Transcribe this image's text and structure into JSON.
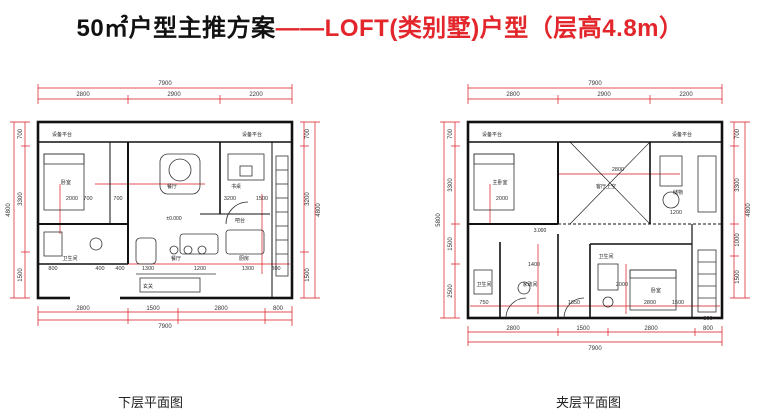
{
  "title": {
    "prefix": "50㎡户型主推方案",
    "dash": "——",
    "highlight": "LOFT(类别墅)户型（层高4.8m）"
  },
  "colors": {
    "title_accent": "#e3262b",
    "dimension": "#d8141c",
    "wall": "#111111"
  },
  "plans": [
    {
      "caption": "下层平面图",
      "top_total": "7900",
      "top_segments": [
        "2800",
        "2900",
        "2200"
      ],
      "bottom_segments": [
        "2800",
        "1500",
        "2800",
        "800"
      ],
      "bottom_total": "7900",
      "left_outer": "4800",
      "left_segments": [
        "700",
        "3300",
        "1500"
      ],
      "right_outer": "4800",
      "right_segments": [
        "700",
        "3200",
        "1500"
      ],
      "inner_dims": [
        "2000",
        "700",
        "3200",
        "1500",
        "1300",
        "800",
        "1200",
        "400",
        "400",
        "700",
        "1300",
        "800"
      ],
      "rooms": [
        "设备平台",
        "设备平台",
        "卧室",
        "餐厅",
        "书桌",
        "±0.000",
        "吧台",
        "卫生间",
        "餐厅",
        "厨房",
        "玄关"
      ]
    },
    {
      "caption": "夹层平面图",
      "top_total": "7900",
      "top_segments": [
        "2800",
        "2900",
        "2200"
      ],
      "bottom_segments": [
        "2800",
        "1500",
        "2800",
        "800"
      ],
      "bottom_total": "7900",
      "left_outer": "5800",
      "left_segments": [
        "700",
        "3300",
        "1500",
        "2500"
      ],
      "right_outer": "4800",
      "right_segments": [
        "700",
        "3300",
        "1000",
        "1500"
      ],
      "inner_dims": [
        "2800",
        "2000",
        "1200",
        "1400",
        "750",
        "1850",
        "2000",
        "1500",
        "2800",
        "800"
      ],
      "rooms": [
        "设备平台",
        "设备平台",
        "主卧室",
        "客厅上空",
        "储物",
        "3.000",
        "卫生间",
        "家政间",
        "卫生间",
        "卧室"
      ]
    }
  ]
}
